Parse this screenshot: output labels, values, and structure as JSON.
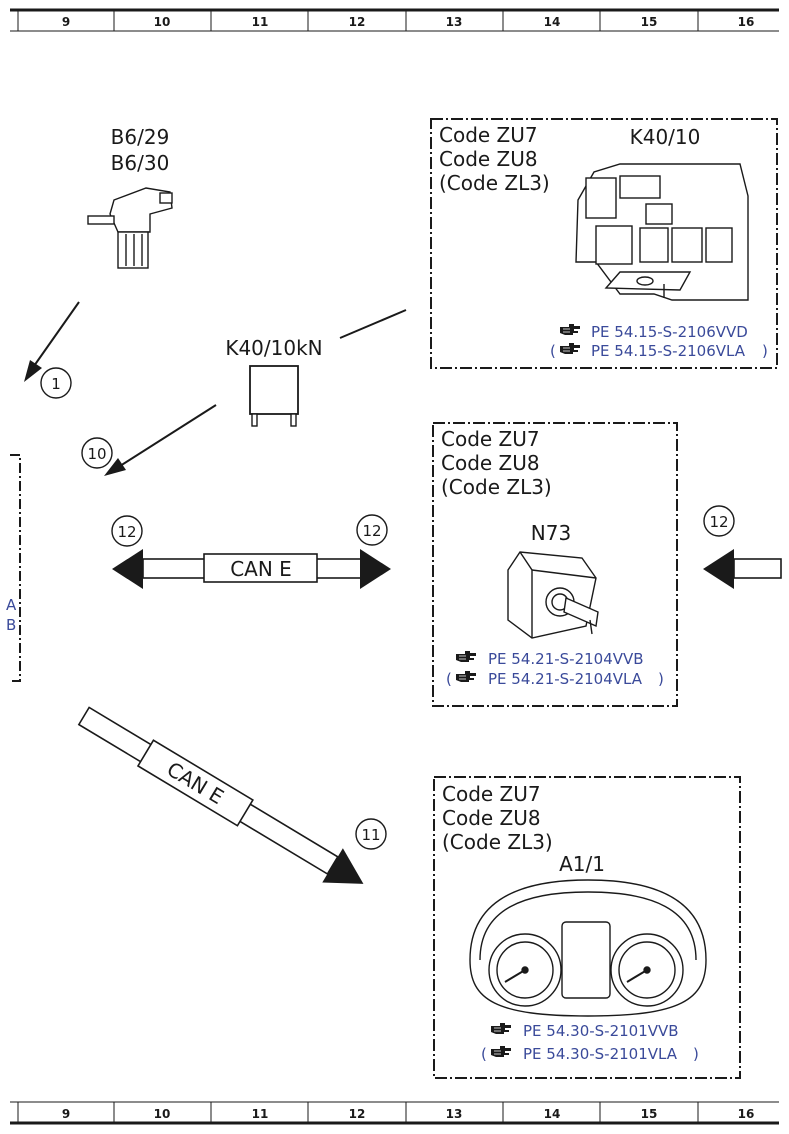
{
  "ruler": {
    "columns": [
      "9",
      "10",
      "11",
      "12",
      "13",
      "14",
      "15",
      "16"
    ]
  },
  "components": {
    "b6": {
      "line1": "B6/29",
      "line2": "B6/30"
    },
    "k40_10kN": {
      "label": "K40/10kN"
    },
    "k40_10": {
      "label": "K40/10",
      "codes": [
        "Code ZU7",
        "Code ZU8",
        "(Code ZL3)"
      ],
      "refs": [
        "PE 54.15-S-2106VVD",
        "PE 54.15-S-2106VLA"
      ]
    },
    "n73": {
      "label": "N73",
      "codes": [
        "Code ZU7",
        "Code ZU8",
        "(Code ZL3)"
      ],
      "refs": [
        "PE 54.21-S-2104VVB",
        "PE 54.21-S-2104VLA"
      ]
    },
    "a1_1": {
      "label": "A1/1",
      "codes": [
        "Code ZU7",
        "Code ZU8",
        "(Code ZL3)"
      ],
      "refs": [
        "PE 54.30-S-2101VVB",
        "PE 54.30-S-2101VLA"
      ]
    }
  },
  "bus": {
    "can_label": "CAN E"
  },
  "connectors": {
    "c1": "1",
    "c10": "10",
    "c11": "11",
    "c12_left": "12",
    "c12_mid": "12",
    "c12_right": "12"
  },
  "ref_paren_open": "(",
  "ref_paren_close": ")",
  "edge_fragments": [
    "A",
    "B"
  ],
  "colors": {
    "line": "#1a1a1a",
    "reference": "#3a4a9a",
    "background": "#ffffff"
  },
  "icons": {
    "reference": "pointing-hand-icon"
  }
}
